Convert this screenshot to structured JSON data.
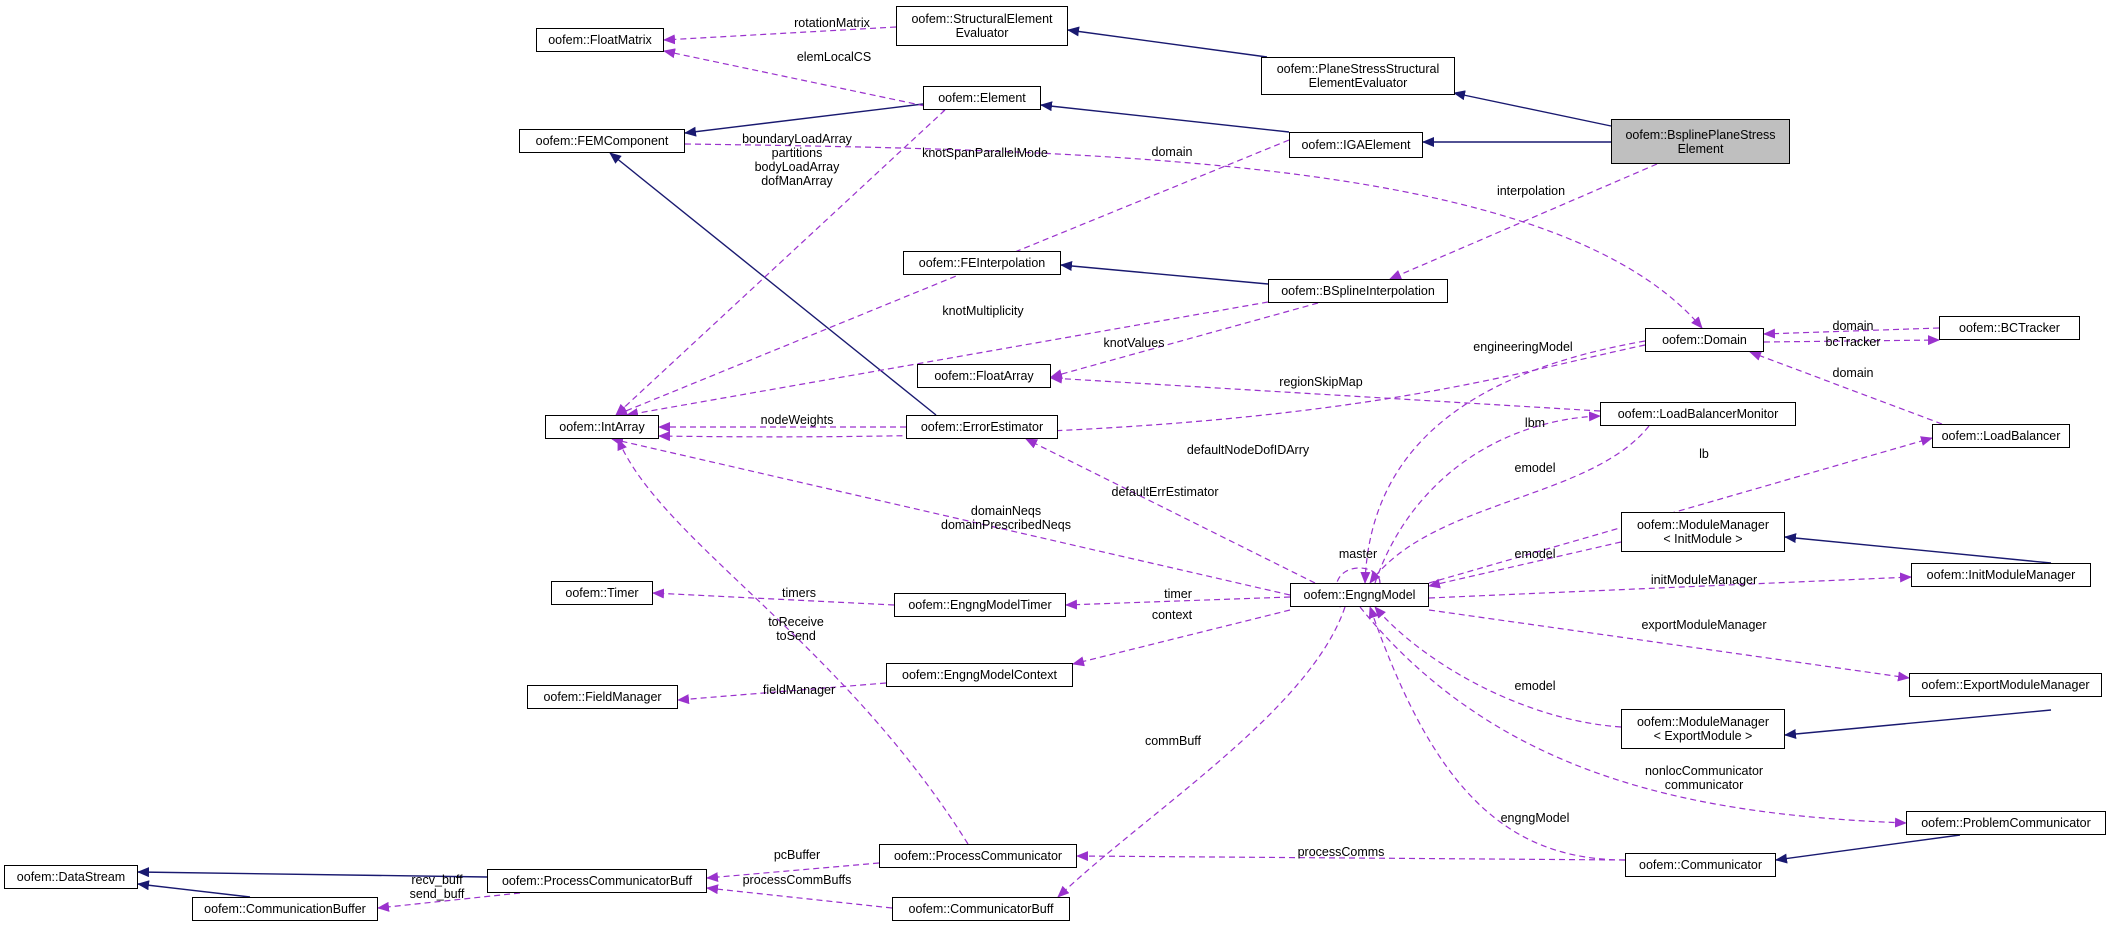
{
  "nodes": [
    {
      "id": "bspline_pse",
      "lines": [
        "oofem::BsplinePlaneStress",
        "Element"
      ],
      "focus": true
    },
    {
      "id": "iga_element",
      "lines": [
        "oofem::IGAElement"
      ]
    },
    {
      "id": "plane_stress_eval",
      "lines": [
        "oofem::PlaneStressStructural",
        "ElementEvaluator"
      ]
    },
    {
      "id": "struct_elem_eval",
      "lines": [
        "oofem::StructuralElement",
        "Evaluator"
      ]
    },
    {
      "id": "element",
      "lines": [
        "oofem::Element"
      ]
    },
    {
      "id": "float_matrix",
      "lines": [
        "oofem::FloatMatrix"
      ]
    },
    {
      "id": "fem_component",
      "lines": [
        "oofem::FEMComponent"
      ]
    },
    {
      "id": "fe_interpolation",
      "lines": [
        "oofem::FEInterpolation"
      ]
    },
    {
      "id": "bspline_interp",
      "lines": [
        "oofem::BSplineInterpolation"
      ]
    },
    {
      "id": "float_array",
      "lines": [
        "oofem::FloatArray"
      ]
    },
    {
      "id": "int_array",
      "lines": [
        "oofem::IntArray"
      ]
    },
    {
      "id": "error_estimator",
      "lines": [
        "oofem::ErrorEstimator"
      ]
    },
    {
      "id": "domain",
      "lines": [
        "oofem::Domain"
      ]
    },
    {
      "id": "bc_tracker",
      "lines": [
        "oofem::BCTracker"
      ]
    },
    {
      "id": "lb_monitor",
      "lines": [
        "oofem::LoadBalancerMonitor"
      ]
    },
    {
      "id": "load_balancer",
      "lines": [
        "oofem::LoadBalancer"
      ]
    },
    {
      "id": "mm_init",
      "lines": [
        "oofem::ModuleManager",
        "< InitModule >"
      ]
    },
    {
      "id": "init_mm",
      "lines": [
        "oofem::InitModuleManager"
      ]
    },
    {
      "id": "timer",
      "lines": [
        "oofem::Timer"
      ]
    },
    {
      "id": "engng_timer",
      "lines": [
        "oofem::EngngModelTimer"
      ]
    },
    {
      "id": "engng_model",
      "lines": [
        "oofem::EngngModel"
      ]
    },
    {
      "id": "field_manager",
      "lines": [
        "oofem::FieldManager"
      ]
    },
    {
      "id": "engng_context",
      "lines": [
        "oofem::EngngModelContext"
      ]
    },
    {
      "id": "export_mm",
      "lines": [
        "oofem::ExportModuleManager"
      ]
    },
    {
      "id": "mm_export",
      "lines": [
        "oofem::ModuleManager",
        "< ExportModule >"
      ]
    },
    {
      "id": "problem_comm",
      "lines": [
        "oofem::ProblemCommunicator"
      ]
    },
    {
      "id": "data_stream",
      "lines": [
        "oofem::DataStream"
      ]
    },
    {
      "id": "pcb",
      "lines": [
        "oofem::ProcessCommunicatorBuff"
      ]
    },
    {
      "id": "process_comm",
      "lines": [
        "oofem::ProcessCommunicator"
      ]
    },
    {
      "id": "communicator",
      "lines": [
        "oofem::Communicator"
      ]
    },
    {
      "id": "comm_buffer",
      "lines": [
        "oofem::CommunicationBuffer"
      ]
    },
    {
      "id": "communicator_buff",
      "lines": [
        "oofem::CommunicatorBuff"
      ]
    }
  ],
  "edges": [
    {
      "from": "bspline_pse",
      "to": "iga_element",
      "kind": "inheritance"
    },
    {
      "from": "bspline_pse",
      "to": "plane_stress_eval",
      "kind": "inheritance"
    },
    {
      "from": "plane_stress_eval",
      "to": "struct_elem_eval",
      "kind": "inheritance"
    },
    {
      "from": "iga_element",
      "to": "element",
      "kind": "inheritance"
    },
    {
      "from": "element",
      "to": "fem_component",
      "kind": "inheritance"
    },
    {
      "from": "error_estimator",
      "to": "fem_component",
      "kind": "inheritance"
    },
    {
      "from": "bspline_interp",
      "to": "fe_interpolation",
      "kind": "inheritance"
    },
    {
      "from": "init_mm",
      "to": "mm_init",
      "kind": "inheritance"
    },
    {
      "from": "export_mm",
      "to": "mm_export",
      "kind": "inheritance"
    },
    {
      "from": "problem_comm",
      "to": "communicator",
      "kind": "inheritance"
    },
    {
      "from": "pcb",
      "to": "data_stream",
      "kind": "inheritance"
    },
    {
      "from": "comm_buffer",
      "to": "data_stream",
      "kind": "inheritance"
    },
    {
      "from": "struct_elem_eval",
      "to": "float_matrix",
      "kind": "usage",
      "label": [
        "rotationMatrix"
      ]
    },
    {
      "from": "element",
      "to": "float_matrix",
      "kind": "usage",
      "label": [
        "elemLocalCS"
      ]
    },
    {
      "from": "element",
      "to": "int_array",
      "kind": "usage",
      "label": [
        "boundaryLoadArray",
        "partitions",
        "bodyLoadArray",
        "dofManArray"
      ]
    },
    {
      "from": "iga_element",
      "to": "int_array",
      "kind": "usage",
      "label": [
        "knotSpanParallelMode"
      ]
    },
    {
      "from": "fem_component",
      "to": "domain",
      "kind": "usage",
      "label": [
        "domain"
      ]
    },
    {
      "from": "bspline_pse",
      "to": "bspline_interp",
      "kind": "usage",
      "label": [
        "interpolation"
      ]
    },
    {
      "from": "bspline_interp",
      "to": "int_array",
      "kind": "usage",
      "label": [
        "knotMultiplicity"
      ]
    },
    {
      "from": "bspline_interp",
      "to": "float_array",
      "kind": "usage",
      "label": [
        "knotValues"
      ]
    },
    {
      "from": "error_estimator",
      "to": "int_array",
      "kind": "usage",
      "label": [
        "regionSkipMap"
      ]
    },
    {
      "from": "lb_monitor",
      "to": "float_array",
      "kind": "usage",
      "label": [
        "nodeWeights"
      ]
    },
    {
      "from": "domain",
      "to": "int_array",
      "kind": "usage",
      "label": [
        "defaultNodeDofIDArry"
      ]
    },
    {
      "from": "domain",
      "to": "engng_model",
      "kind": "usage",
      "label": [
        "engineeringModel"
      ]
    },
    {
      "from": "bc_tracker",
      "to": "domain",
      "kind": "usage",
      "label": [
        "domain"
      ]
    },
    {
      "from": "domain",
      "to": "bc_tracker",
      "kind": "usage",
      "label": [
        "bcTracker"
      ]
    },
    {
      "from": "load_balancer",
      "to": "domain",
      "kind": "usage",
      "label": [
        "domain"
      ]
    },
    {
      "from": "engng_model",
      "to": "lb_monitor",
      "kind": "usage",
      "label": [
        "lbm"
      ]
    },
    {
      "from": "lb_monitor",
      "to": "engng_model",
      "kind": "usage",
      "label": [
        "emodel"
      ]
    },
    {
      "from": "engng_model",
      "to": "load_balancer",
      "kind": "usage",
      "label": [
        "lb"
      ]
    },
    {
      "from": "engng_model",
      "to": "error_estimator",
      "kind": "usage",
      "label": [
        "defaultErrEstimator"
      ]
    },
    {
      "from": "engng_model",
      "to": "int_array",
      "kind": "usage",
      "label": [
        "domainNeqs",
        "domainPrescribedNeqs"
      ]
    },
    {
      "from": "engng_model",
      "to": "engng_model",
      "kind": "usage",
      "label": [
        "master"
      ]
    },
    {
      "from": "mm_init",
      "to": "engng_model",
      "kind": "usage",
      "label": [
        "emodel"
      ]
    },
    {
      "from": "engng_model",
      "to": "init_mm",
      "kind": "usage",
      "label": [
        "initModuleManager"
      ]
    },
    {
      "from": "engng_timer",
      "to": "timer",
      "kind": "usage",
      "label": [
        "timers"
      ]
    },
    {
      "from": "engng_model",
      "to": "engng_timer",
      "kind": "usage",
      "label": [
        "timer"
      ]
    },
    {
      "from": "engng_model",
      "to": "engng_context",
      "kind": "usage",
      "label": [
        "context"
      ]
    },
    {
      "from": "process_comm",
      "to": "int_array",
      "kind": "usage",
      "label": [
        "toReceive",
        "toSend"
      ]
    },
    {
      "from": "engng_context",
      "to": "field_manager",
      "kind": "usage",
      "label": [
        "fieldManager"
      ]
    },
    {
      "from": "engng_model",
      "to": "export_mm",
      "kind": "usage",
      "label": [
        "exportModuleManager"
      ]
    },
    {
      "from": "mm_export",
      "to": "engng_model",
      "kind": "usage",
      "label": [
        "emodel"
      ]
    },
    {
      "from": "engng_model",
      "to": "communicator_buff",
      "kind": "usage",
      "label": [
        "commBuff"
      ]
    },
    {
      "from": "engng_model",
      "to": "problem_comm",
      "kind": "usage",
      "label": [
        "nonlocCommunicator",
        "communicator"
      ]
    },
    {
      "from": "communicator",
      "to": "engng_model",
      "kind": "usage",
      "label": [
        "engngModel"
      ]
    },
    {
      "from": "process_comm",
      "to": "pcb",
      "kind": "usage",
      "label": [
        "pcBuffer"
      ]
    },
    {
      "from": "communicator",
      "to": "process_comm",
      "kind": "usage",
      "label": [
        "processComms"
      ]
    },
    {
      "from": "pcb",
      "to": "comm_buffer",
      "kind": "usage",
      "label": [
        "recv_buff",
        "send_buff"
      ]
    },
    {
      "from": "communicator_buff",
      "to": "pcb",
      "kind": "usage",
      "label": [
        "processCommBuffs"
      ]
    }
  ]
}
